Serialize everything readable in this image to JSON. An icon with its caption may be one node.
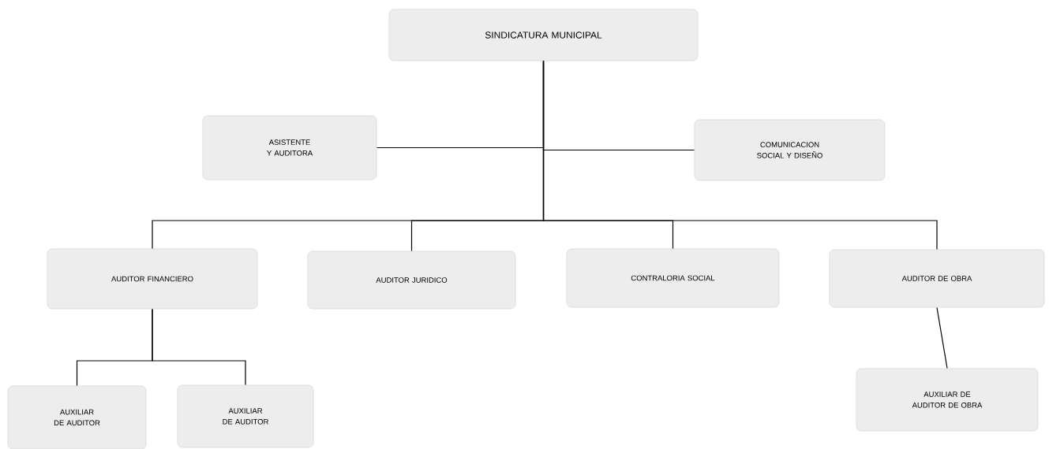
{
  "diagram": {
    "nodes": [
      {
        "text": [
          "SINDICATURA MUNICIPAL"
        ]
      },
      {
        "text": [
          "ASISTENTE Y AUDITORA"
        ]
      },
      {
        "text": [
          "COMUNICACION SOCIAL Y DISEÑO"
        ]
      },
      {
        "text": [
          "AUDITOR FINANCIERO"
        ]
      },
      {
        "text": [
          "AUDITOR JURIDICO"
        ]
      },
      {
        "text": [
          "CONTRALORIA SOCIAL"
        ]
      },
      {
        "text": [
          "AUDITOR DE OBRA"
        ]
      },
      {
        "text": [
          "AUXILIAR DE AUDITOR"
        ]
      },
      {
        "text": [
          "AUXILIAR DE AUDITOR"
        ]
      },
      {
        "text": [
          "AUXILIAR DE AUDITOR DE OBRA"
        ]
      }
    ],
    "edges": [
      {
        "from": 0,
        "to": 1,
        "arrow": "none"
      },
      {
        "from": 0,
        "to": 2,
        "arrow": "none"
      },
      {
        "from": 0,
        "to": 3,
        "arrow": "none"
      },
      {
        "from": 0,
        "to": 4,
        "arrow": "none"
      },
      {
        "from": 0,
        "to": 5,
        "arrow": "none"
      },
      {
        "from": 0,
        "to": 6,
        "arrow": "none"
      },
      {
        "from": 3,
        "to": 7,
        "arrow": "none"
      },
      {
        "from": 3,
        "to": 8,
        "arrow": "none"
      },
      {
        "from": 6,
        "to": 9,
        "arrow": "none"
      }
    ]
  }
}
